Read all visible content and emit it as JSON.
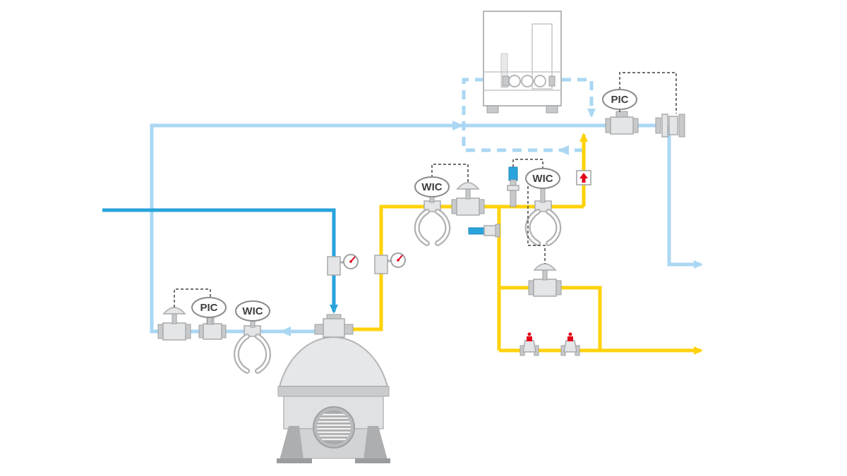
{
  "diagram": {
    "instruments": {
      "pic_left": "PIC",
      "wic_skim": "WIC",
      "wic_cream_1": "WIC",
      "wic_cream_2": "WIC",
      "pic_outlet": "PIC"
    },
    "colors": {
      "raw_milk": "#29A3DC",
      "skim_milk": "#AAD7F3",
      "cream": "#FFD20A",
      "signal": "#58595B",
      "alert_red": "#E2001A",
      "equipment_fill": "#E4E5E6",
      "equipment_dark": "#C7C9CB",
      "equipment_stroke": "#A8AAAC",
      "background": "#FFFFFF"
    }
  }
}
